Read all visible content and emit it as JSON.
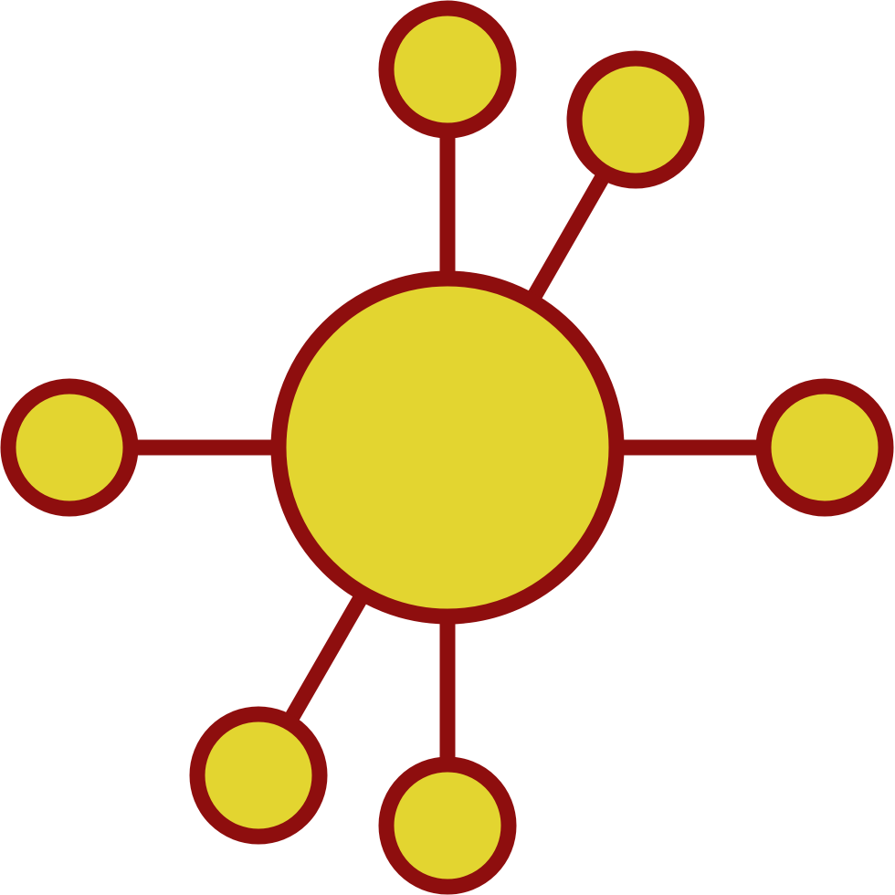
{
  "icon": {
    "name": "network-hub-icon",
    "colors": {
      "fill": "#E3D530",
      "stroke": "#8E0E0E",
      "background": "#FFFFFF"
    },
    "hub": {
      "name": "central-node"
    },
    "satellites": [
      {
        "name": "satellite-node-top"
      },
      {
        "name": "satellite-node-top-right"
      },
      {
        "name": "satellite-node-right"
      },
      {
        "name": "satellite-node-bottom"
      },
      {
        "name": "satellite-node-bottom-left"
      },
      {
        "name": "satellite-node-left"
      }
    ]
  }
}
